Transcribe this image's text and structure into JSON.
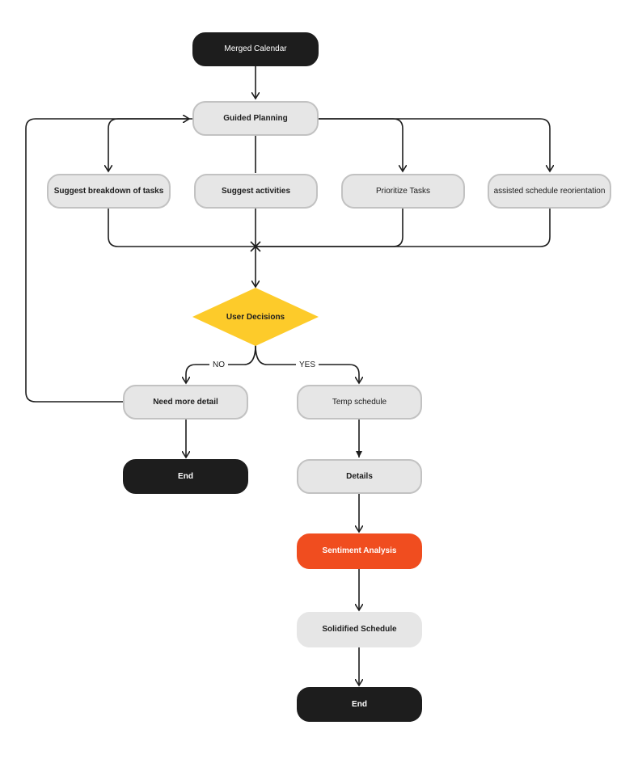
{
  "nodes": {
    "merged_calendar": "Merged Calendar",
    "guided_planning": "Guided Planning",
    "suggest_breakdown": "Suggest breakdown of tasks",
    "suggest_activities": "Suggest activities",
    "prioritize_tasks": "Prioritize Tasks",
    "assisted_reorientation": "assisted schedule reorientation",
    "user_decisions": "User Decisions",
    "need_more_detail": "Need more detail",
    "end_left": "End",
    "temp_schedule": "Temp schedule",
    "details": "Details",
    "sentiment_analysis": "Sentiment Analysis",
    "solidified_schedule": "Solidified Schedule",
    "end_right": "End"
  },
  "edge_labels": {
    "no": "NO",
    "yes": "YES"
  },
  "colors": {
    "dark": "#1d1d1d",
    "light_fill": "#e6e6e6",
    "border": "#c2c2c2",
    "decision": "#fdcb2a",
    "accent": "#f04d1f"
  }
}
